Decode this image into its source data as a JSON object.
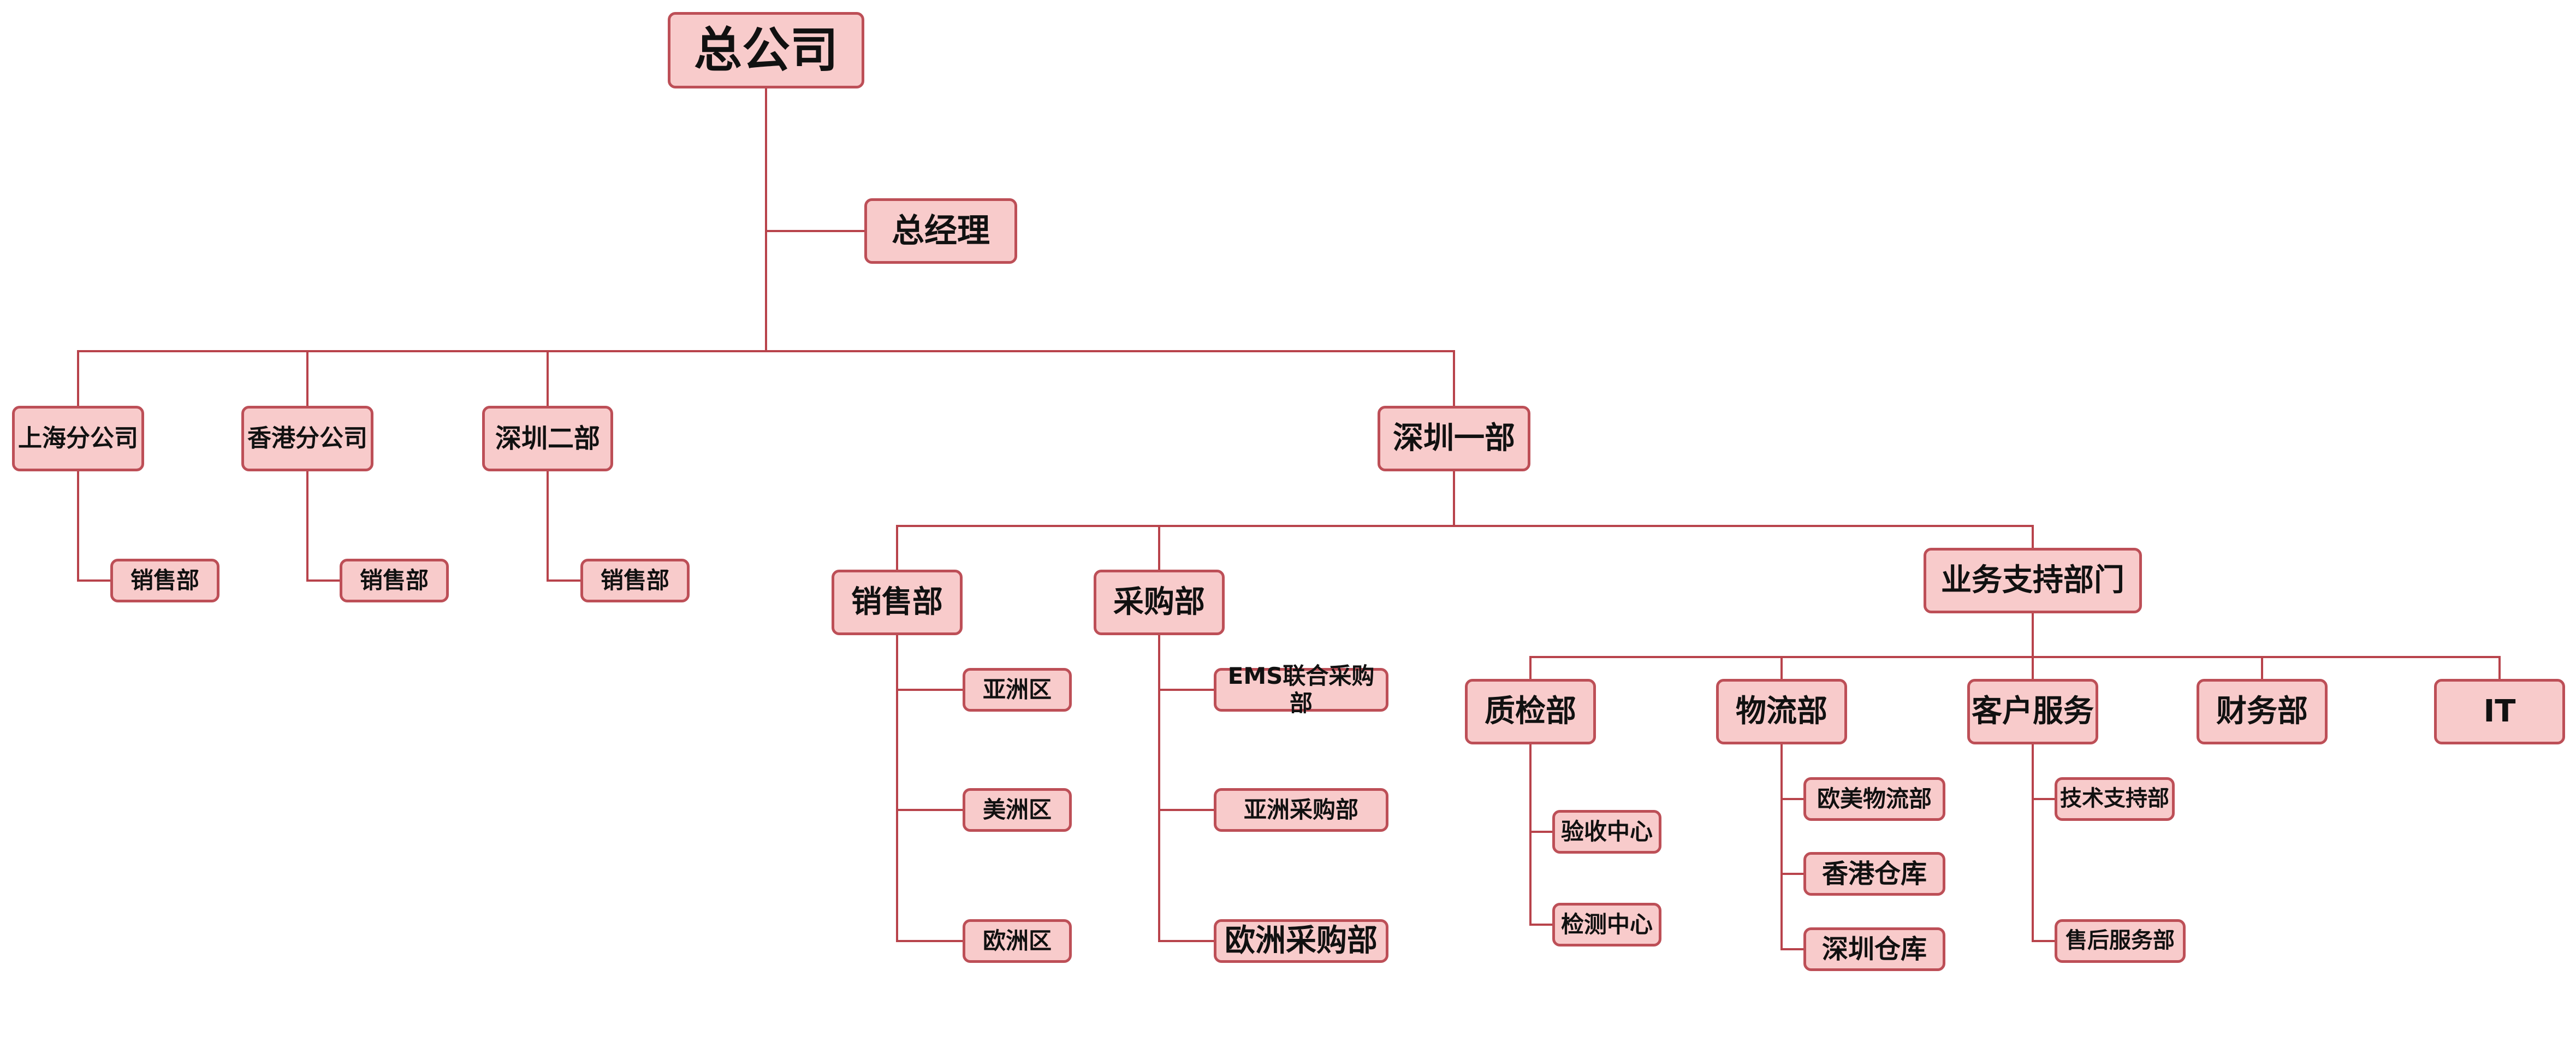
{
  "theme": {
    "box_fill": "#f8cbcb",
    "box_border": "#bd4f57",
    "line_color": "#b8434b",
    "text_color": "#111111"
  },
  "org": {
    "root": "总公司",
    "general_manager": "总经理",
    "shanghai": {
      "name": "上海分公司",
      "sales": "销售部"
    },
    "hongkong": {
      "name": "香港分公司",
      "sales": "销售部"
    },
    "shenzhen2": {
      "name": "深圳二部",
      "sales": "销售部"
    },
    "shenzhen1": {
      "name": "深圳一部",
      "sales": {
        "name": "销售部",
        "regions": [
          "亚洲区",
          "美洲区",
          "欧洲区"
        ]
      },
      "purchasing": {
        "name": "采购部",
        "units": [
          "EMS联合采购部",
          "亚洲采购部",
          "欧洲采购部"
        ]
      },
      "support": {
        "name": "业务支持部门",
        "qc": {
          "name": "质检部",
          "units": [
            "验收中心",
            "检测中心"
          ]
        },
        "logistics": {
          "name": "物流部",
          "units": [
            "欧美物流部",
            "香港仓库",
            "深圳仓库"
          ]
        },
        "customer_service": {
          "name": "客户服务",
          "units": [
            "技术支持部",
            "售后服务部"
          ]
        },
        "finance": "财务部",
        "it": "IT"
      }
    }
  }
}
